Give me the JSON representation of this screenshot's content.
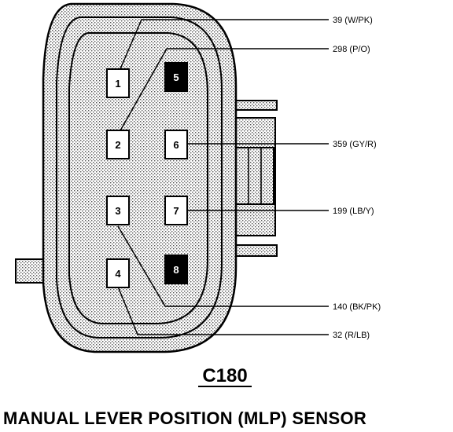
{
  "connector": {
    "id": "C180",
    "title": "MANUAL LEVER POSITION (MLP) SENSOR"
  },
  "pins": [
    {
      "number": "1",
      "filled": false
    },
    {
      "number": "2",
      "filled": false
    },
    {
      "number": "3",
      "filled": false
    },
    {
      "number": "4",
      "filled": false
    },
    {
      "number": "5",
      "filled": true
    },
    {
      "number": "6",
      "filled": false
    },
    {
      "number": "7",
      "filled": false
    },
    {
      "number": "8",
      "filled": true
    }
  ],
  "wires": [
    {
      "label": "39 (W/PK)"
    },
    {
      "label": "298 (P/O)"
    },
    {
      "label": "359 (GY/R)"
    },
    {
      "label": "199 (LB/Y)"
    },
    {
      "label": "140 (BK/PK)"
    },
    {
      "label": "32 (R/LB)"
    }
  ],
  "colors": {
    "housing_fill": "#c8c8c8",
    "line": "#000000",
    "filled_pin": "#000000",
    "open_pin": "#ffffff"
  }
}
